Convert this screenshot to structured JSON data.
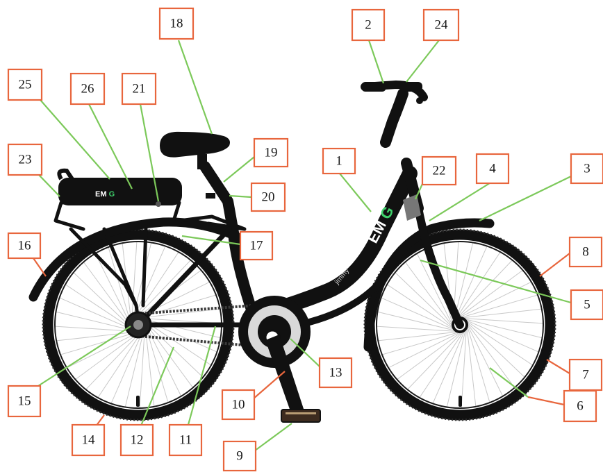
{
  "brand": {
    "logo_text": "EMG",
    "model_text": "jimmy",
    "logo_color": "#ffffff",
    "logo_accent_color": "#3fd16b"
  },
  "colors": {
    "callout_border": "#e8663d",
    "leader_line": "#7cc95a",
    "bike_body": "#111111",
    "spokes": "#c8c8c8"
  },
  "callouts": [
    {
      "id": "1",
      "label": "1"
    },
    {
      "id": "2",
      "label": "2"
    },
    {
      "id": "3",
      "label": "3"
    },
    {
      "id": "4",
      "label": "4"
    },
    {
      "id": "5",
      "label": "5"
    },
    {
      "id": "6",
      "label": "6"
    },
    {
      "id": "7",
      "label": "7"
    },
    {
      "id": "8",
      "label": "8"
    },
    {
      "id": "9",
      "label": "9"
    },
    {
      "id": "10",
      "label": "10"
    },
    {
      "id": "11",
      "label": "11"
    },
    {
      "id": "12",
      "label": "12"
    },
    {
      "id": "13",
      "label": "13"
    },
    {
      "id": "14",
      "label": "14"
    },
    {
      "id": "15",
      "label": "15"
    },
    {
      "id": "16",
      "label": "16"
    },
    {
      "id": "17",
      "label": "17"
    },
    {
      "id": "18",
      "label": "18"
    },
    {
      "id": "19",
      "label": "19"
    },
    {
      "id": "20",
      "label": "20"
    },
    {
      "id": "21",
      "label": "21"
    },
    {
      "id": "22",
      "label": "22"
    },
    {
      "id": "23",
      "label": "23"
    },
    {
      "id": "24",
      "label": "24"
    },
    {
      "id": "25",
      "label": "25"
    },
    {
      "id": "26",
      "label": "26"
    }
  ]
}
